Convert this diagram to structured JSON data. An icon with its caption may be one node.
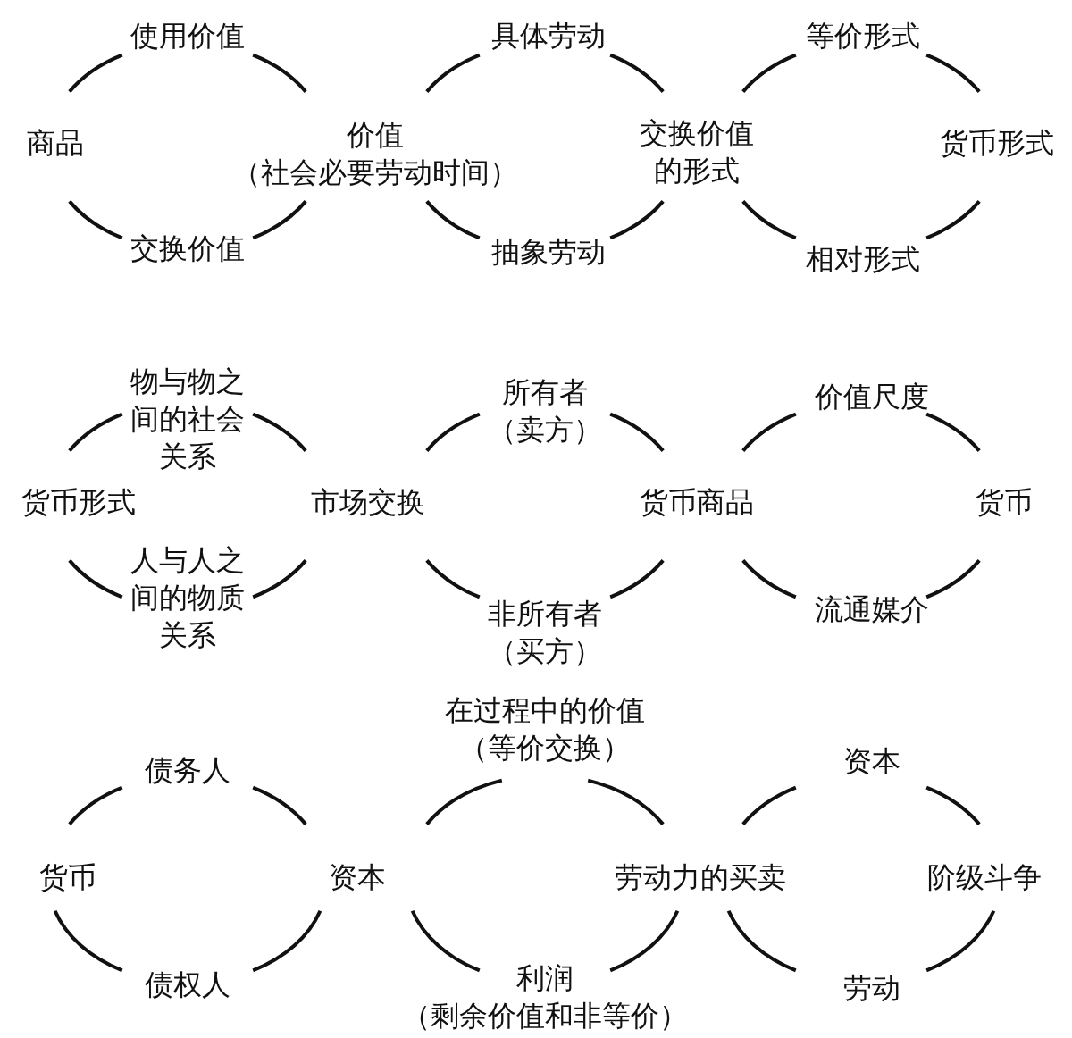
{
  "diagram": {
    "nodes": [
      {
        "text": [
          "使用价值"
        ]
      },
      {
        "text": [
          "具体劳动"
        ]
      },
      {
        "text": [
          "等价形式"
        ]
      },
      {
        "text": [
          "商品"
        ]
      },
      {
        "text": [
          "价值（社会必要劳动时间）"
        ]
      },
      {
        "text": [
          "交换价值的形式"
        ]
      },
      {
        "text": [
          "货币形式"
        ]
      },
      {
        "text": [
          "交换价值"
        ]
      },
      {
        "text": [
          "抽象劳动"
        ]
      },
      {
        "text": [
          "相对形式"
        ]
      },
      {
        "text": [
          "物与物之间的社会关系"
        ]
      },
      {
        "text": [
          "所有者（卖方）"
        ]
      },
      {
        "text": [
          "价值尺度"
        ]
      },
      {
        "text": [
          "货币形式"
        ]
      },
      {
        "text": [
          "市场交换"
        ]
      },
      {
        "text": [
          "货币商品"
        ]
      },
      {
        "text": [
          "货币"
        ]
      },
      {
        "text": [
          "人与人之间的物质关系"
        ]
      },
      {
        "text": [
          "非所有者（买方）"
        ]
      },
      {
        "text": [
          "流通媒介"
        ]
      },
      {
        "text": [
          "债务人"
        ]
      },
      {
        "text": [
          "在过程中的价值（等价交换）"
        ]
      },
      {
        "text": [
          "资本"
        ]
      },
      {
        "text": [
          "货币"
        ]
      },
      {
        "text": [
          "资本"
        ]
      },
      {
        "text": [
          "劳动力的买卖"
        ]
      },
      {
        "text": [
          "阶级斗争"
        ]
      },
      {
        "text": [
          "债权人"
        ]
      },
      {
        "text": [
          "利润（剩余价值和非等价）"
        ]
      },
      {
        "text": [
          "劳动"
        ]
      }
    ],
    "edges": [
      {
        "from": 3,
        "to": 0,
        "arrow": "none"
      },
      {
        "from": 0,
        "to": 4,
        "arrow": "none"
      },
      {
        "from": 3,
        "to": 7,
        "arrow": "none"
      },
      {
        "from": 7,
        "to": 4,
        "arrow": "none"
      },
      {
        "from": 4,
        "to": 1,
        "arrow": "none"
      },
      {
        "from": 1,
        "to": 5,
        "arrow": "none"
      },
      {
        "from": 4,
        "to": 8,
        "arrow": "none"
      },
      {
        "from": 8,
        "to": 5,
        "arrow": "none"
      },
      {
        "from": 5,
        "to": 2,
        "arrow": "none"
      },
      {
        "from": 2,
        "to": 6,
        "arrow": "none"
      },
      {
        "from": 5,
        "to": 9,
        "arrow": "none"
      },
      {
        "from": 9,
        "to": 6,
        "arrow": "none"
      },
      {
        "from": 13,
        "to": 10,
        "arrow": "none"
      },
      {
        "from": 10,
        "to": 14,
        "arrow": "none"
      },
      {
        "from": 13,
        "to": 17,
        "arrow": "none"
      },
      {
        "from": 17,
        "to": 14,
        "arrow": "none"
      },
      {
        "from": 14,
        "to": 11,
        "arrow": "none"
      },
      {
        "from": 11,
        "to": 15,
        "arrow": "none"
      },
      {
        "from": 14,
        "to": 18,
        "arrow": "none"
      },
      {
        "from": 18,
        "to": 15,
        "arrow": "none"
      },
      {
        "from": 15,
        "to": 12,
        "arrow": "none"
      },
      {
        "from": 12,
        "to": 16,
        "arrow": "none"
      },
      {
        "from": 15,
        "to": 19,
        "arrow": "none"
      },
      {
        "from": 19,
        "to": 16,
        "arrow": "none"
      },
      {
        "from": 23,
        "to": 20,
        "arrow": "none"
      },
      {
        "from": 20,
        "to": 24,
        "arrow": "none"
      },
      {
        "from": 23,
        "to": 27,
        "arrow": "none"
      },
      {
        "from": 27,
        "to": 24,
        "arrow": "none"
      },
      {
        "from": 24,
        "to": 21,
        "arrow": "none"
      },
      {
        "from": 21,
        "to": 25,
        "arrow": "none"
      },
      {
        "from": 24,
        "to": 28,
        "arrow": "none"
      },
      {
        "from": 28,
        "to": 25,
        "arrow": "none"
      },
      {
        "from": 25,
        "to": 22,
        "arrow": "none"
      },
      {
        "from": 22,
        "to": 26,
        "arrow": "none"
      },
      {
        "from": 25,
        "to": 29,
        "arrow": "none"
      },
      {
        "from": 29,
        "to": 26,
        "arrow": "none"
      }
    ]
  }
}
